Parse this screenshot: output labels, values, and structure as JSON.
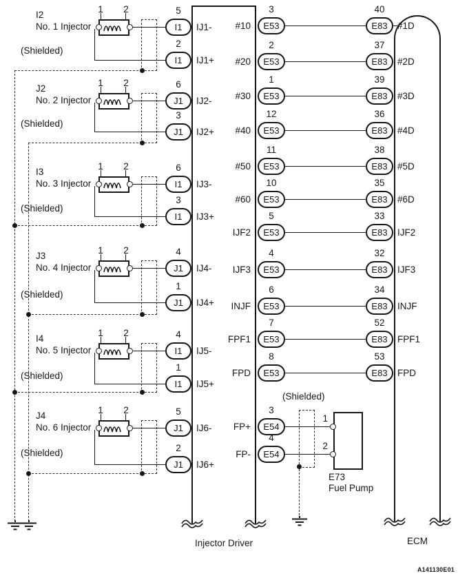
{
  "figure_code": "A141130E01",
  "injector_driver": {
    "label": "Injector Driver"
  },
  "ecm": {
    "label": "ECM"
  },
  "injectors": [
    {
      "code": "I2",
      "name": "No. 1 Injector",
      "shield_label": "(Shielded)",
      "coil_pin_left": "1",
      "coil_pin_right": "2",
      "minus": {
        "pin": "5",
        "connector": "I1",
        "signal": "IJ1-"
      },
      "plus": {
        "pin": "2",
        "connector": "I1",
        "signal": "IJ1+"
      }
    },
    {
      "code": "J2",
      "name": "No. 2 Injector",
      "shield_label": "(Shielded)",
      "coil_pin_left": "1",
      "coil_pin_right": "2",
      "minus": {
        "pin": "6",
        "connector": "J1",
        "signal": "IJ2-"
      },
      "plus": {
        "pin": "3",
        "connector": "J1",
        "signal": "IJ2+"
      }
    },
    {
      "code": "I3",
      "name": "No. 3 Injector",
      "shield_label": "(Shielded)",
      "coil_pin_left": "1",
      "coil_pin_right": "2",
      "minus": {
        "pin": "6",
        "connector": "I1",
        "signal": "IJ3-"
      },
      "plus": {
        "pin": "3",
        "connector": "I1",
        "signal": "IJ3+"
      }
    },
    {
      "code": "J3",
      "name": "No. 4 Injector",
      "shield_label": "(Shielded)",
      "coil_pin_left": "1",
      "coil_pin_right": "2",
      "minus": {
        "pin": "4",
        "connector": "J1",
        "signal": "IJ4-"
      },
      "plus": {
        "pin": "1",
        "connector": "J1",
        "signal": "IJ4+"
      }
    },
    {
      "code": "I4",
      "name": "No. 5 Injector",
      "shield_label": "(Shielded)",
      "coil_pin_left": "1",
      "coil_pin_right": "2",
      "minus": {
        "pin": "4",
        "connector": "I1",
        "signal": "IJ5-"
      },
      "plus": {
        "pin": "1",
        "connector": "I1",
        "signal": "IJ5+"
      }
    },
    {
      "code": "J4",
      "name": "No. 6 Injector",
      "shield_label": "(Shielded)",
      "coil_pin_left": "1",
      "coil_pin_right": "2",
      "minus": {
        "pin": "5",
        "connector": "J1",
        "signal": "IJ6-"
      },
      "plus": {
        "pin": "2",
        "connector": "J1",
        "signal": "IJ6+"
      }
    }
  ],
  "driver_ecm_rows": [
    {
      "driver_signal": "#10",
      "driver_connector": "E53",
      "driver_pin": "3",
      "ecm_connector": "E83",
      "ecm_pin": "40",
      "ecm_signal": "#1D"
    },
    {
      "driver_signal": "#20",
      "driver_connector": "E53",
      "driver_pin": "2",
      "ecm_connector": "E83",
      "ecm_pin": "37",
      "ecm_signal": "#2D"
    },
    {
      "driver_signal": "#30",
      "driver_connector": "E53",
      "driver_pin": "1",
      "ecm_connector": "E83",
      "ecm_pin": "39",
      "ecm_signal": "#3D"
    },
    {
      "driver_signal": "#40",
      "driver_connector": "E53",
      "driver_pin": "12",
      "ecm_connector": "E83",
      "ecm_pin": "36",
      "ecm_signal": "#4D"
    },
    {
      "driver_signal": "#50",
      "driver_connector": "E53",
      "driver_pin": "11",
      "ecm_connector": "E83",
      "ecm_pin": "38",
      "ecm_signal": "#5D"
    },
    {
      "driver_signal": "#60",
      "driver_connector": "E53",
      "driver_pin": "10",
      "ecm_connector": "E83",
      "ecm_pin": "35",
      "ecm_signal": "#6D"
    },
    {
      "driver_signal": "IJF2",
      "driver_connector": "E53",
      "driver_pin": "5",
      "ecm_connector": "E83",
      "ecm_pin": "33",
      "ecm_signal": "IJF2"
    },
    {
      "driver_signal": "IJF3",
      "driver_connector": "E53",
      "driver_pin": "4",
      "ecm_connector": "E83",
      "ecm_pin": "32",
      "ecm_signal": "IJF3"
    },
    {
      "driver_signal": "INJF",
      "driver_connector": "E53",
      "driver_pin": "6",
      "ecm_connector": "E83",
      "ecm_pin": "34",
      "ecm_signal": "INJF"
    },
    {
      "driver_signal": "FPF1",
      "driver_connector": "E53",
      "driver_pin": "7",
      "ecm_connector": "E83",
      "ecm_pin": "52",
      "ecm_signal": "FPF1"
    },
    {
      "driver_signal": "FPD",
      "driver_connector": "E53",
      "driver_pin": "8",
      "ecm_connector": "E83",
      "ecm_pin": "53",
      "ecm_signal": "FPD"
    }
  ],
  "fuel_pump_circuit": {
    "shield_label": "(Shielded)",
    "pump_code": "E73",
    "pump_name": "Fuel Pump",
    "rows": [
      {
        "driver_signal": "FP+",
        "driver_connector": "E54",
        "driver_pin": "3",
        "pump_pin": "1"
      },
      {
        "driver_signal": "FP-",
        "driver_connector": "E54",
        "driver_pin": "4",
        "pump_pin": "2"
      }
    ]
  }
}
